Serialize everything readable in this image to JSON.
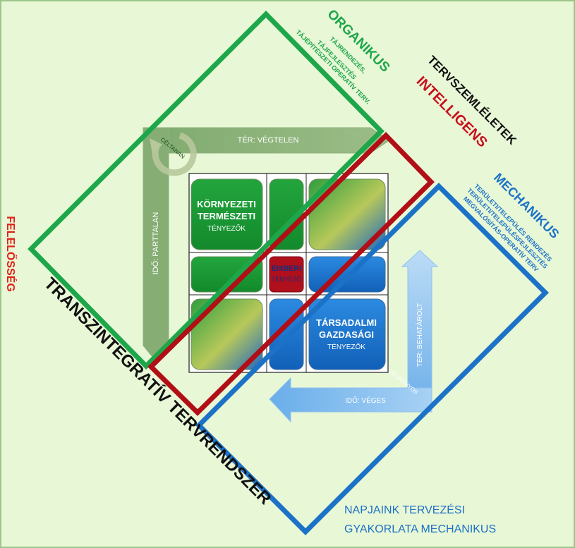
{
  "side_label": "FELELŐSSÉG",
  "organikus": {
    "title": "ORGANIKUS",
    "lines": [
      "TÁJRENDEZÉS,",
      "TÁJFEJLESZTÉS",
      "TÁJÉPÍTÉSZETI OPERATÍV TERV."
    ]
  },
  "tervszemleletek": "TERVSZEMLÉLETEK",
  "intelligens": "INTELLIGENS",
  "mechanikus": {
    "title": "MECHANIKUS",
    "lines": [
      "TERÜLETI/TELEPÜLÉS RENDEZÉS",
      "TERÜLETI/TELEPÜLÉSFEJLESZTÉS",
      "MEGVALÓSÍTÁS-OPERATÍV TERV"
    ]
  },
  "ter_vegtelen": "TÉR: VÉGTELEN",
  "ido_parttalan": "IDŐ: PARTTALAN",
  "celtanan": "CÉLTANAN",
  "ter_behatarolt": "TÉR: BEHATÁROLT",
  "ido_veges": "IDŐ: VÉGES",
  "celiranyos": "CÉLIRÁNYOS",
  "kornyezeti": [
    "KÖRNYEZETI",
    "TERMÉSZETI",
    "TÉNYEZŐK"
  ],
  "emberi": [
    "EMBERI",
    "TÉNYEZŐ"
  ],
  "tarsadalmi": [
    "TÁRSADALMI",
    "GAZDASÁGI",
    "TÉNYEZŐK"
  ],
  "transzintegrativ": "TRANSZINTEGRATÍV TERVRENDSZER",
  "napjaink": [
    "NAPJAINK TERVEZÉSI",
    "GYAKORLATA MECHANIKUS"
  ],
  "colors": {
    "green": "#1da64a",
    "red": "#b10e16",
    "blue": "#1b72c6",
    "background": "#e8f7d6"
  }
}
